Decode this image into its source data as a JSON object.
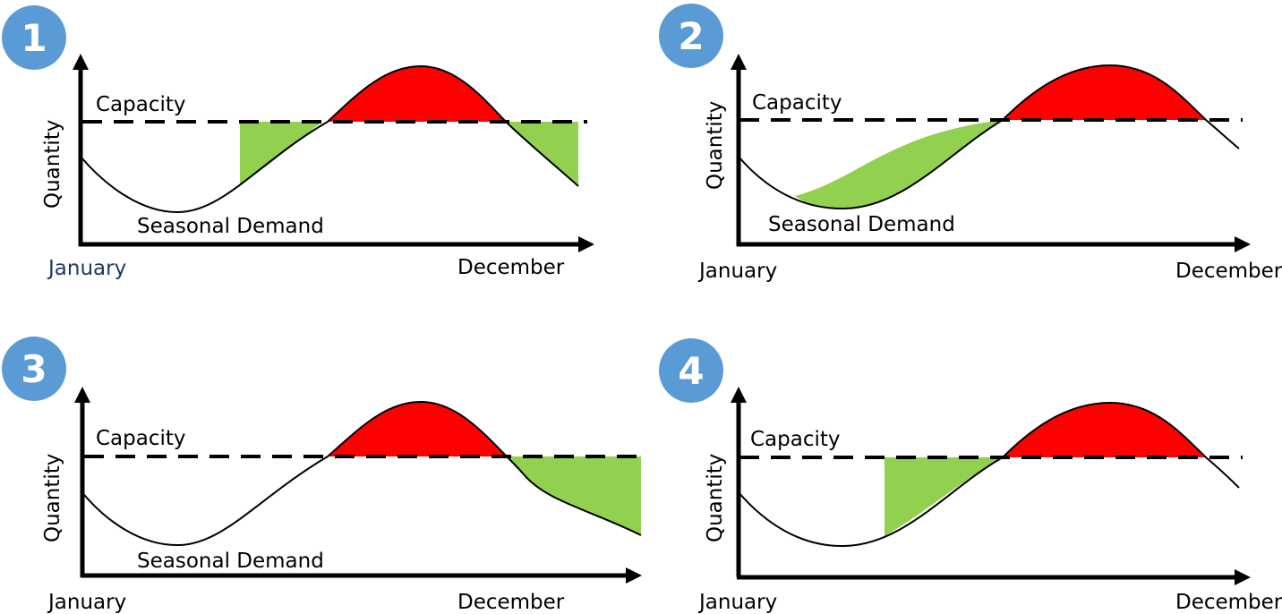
{
  "colors": {
    "badge": "#5B9BD5",
    "overflow": "#FF0000",
    "slack": "#92D050",
    "january_label_panel1": "#1F3864"
  },
  "panels": [
    {
      "badge": "1",
      "capacity": "Capacity",
      "y_axis": "Quantity",
      "demand": "Seasonal Demand",
      "x_start": "January",
      "x_end": "December"
    },
    {
      "badge": "2",
      "capacity": "Capacity",
      "y_axis": "Quantity",
      "demand": "Seasonal Demand",
      "x_start": "January",
      "x_end": "December"
    },
    {
      "badge": "3",
      "capacity": "Capacity",
      "y_axis": "Quantity",
      "demand": "Seasonal Demand",
      "x_start": "January",
      "x_end": "December"
    },
    {
      "badge": "4",
      "capacity": "Capacity",
      "y_axis": "Quantity",
      "demand": "",
      "x_start": "January",
      "x_end": "December"
    }
  ]
}
